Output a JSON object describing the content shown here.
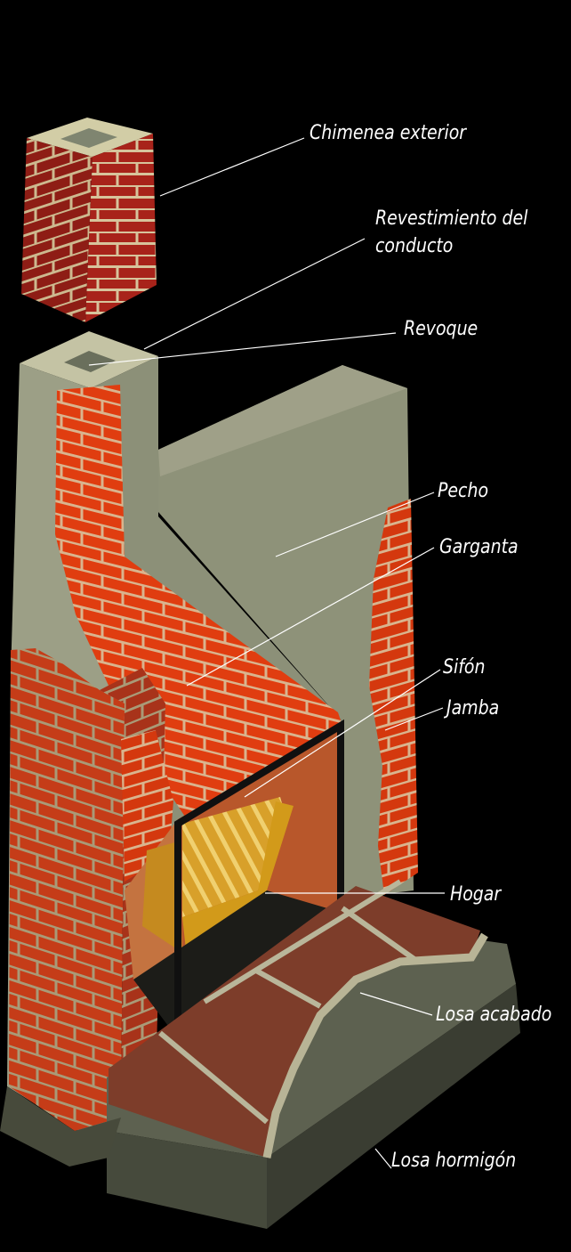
{
  "labels": {
    "chimenea": "Chimenea exterior",
    "revestimiento_1": "Revestimiento del",
    "revestimiento_2": "conducto",
    "revoque": "Revoque",
    "pecho": "Pecho",
    "garganta": "Garganta",
    "sifon": "Sifón",
    "jamba": "Jamba",
    "hogar": "Hogar",
    "losa_acabado": "Losa  acabado",
    "losa_hormigon": "Losa hormigón"
  },
  "colors": {
    "background": "#000000",
    "leader_line": "#ffffff",
    "brick_dark": "#a8231a",
    "brick_bright": "#e03d10",
    "mortar": "#d7c49c",
    "plaster": "#8f937c",
    "plaster_light": "#b9b69a",
    "firebox_gold": "#d29a1a",
    "firebox_back": "#b9572c",
    "hearth_brick": "#7d3d2a",
    "slab": "#5d6150"
  }
}
